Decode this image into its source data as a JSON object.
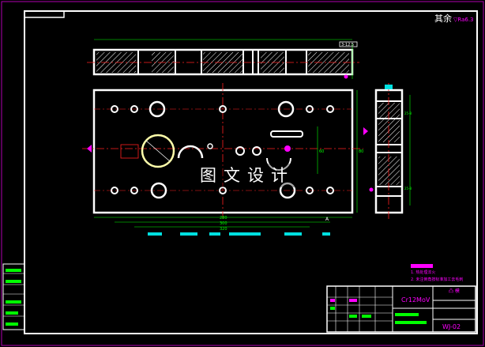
{
  "drawing": {
    "roughness_note": "其余",
    "roughness_value": "▽Ra6.3",
    "tag_top_right": "3-12.5",
    "material": "Cr12MoV",
    "part_name": "凸 模",
    "drawing_no": "WJ-02",
    "notes": [
      "1. 热处理淬火",
      "2. 未注倒角按标准加工去毛刺"
    ],
    "dims_bottom": [
      "280",
      "300",
      "320"
    ],
    "dims_right": [
      "60",
      "80"
    ],
    "section_label": "A",
    "side_label_top": "25-8",
    "side_label_bottom": "25-8"
  },
  "watermark": "图文设计",
  "colors": {
    "outline": "#ffffff",
    "frame_border": "#b000b0",
    "center_line": "#ff2020",
    "dimension": "#00ff00",
    "accent_magenta": "#ff00ff",
    "accent_cyan": "#00e0e0",
    "hatch": "#ffffff"
  }
}
